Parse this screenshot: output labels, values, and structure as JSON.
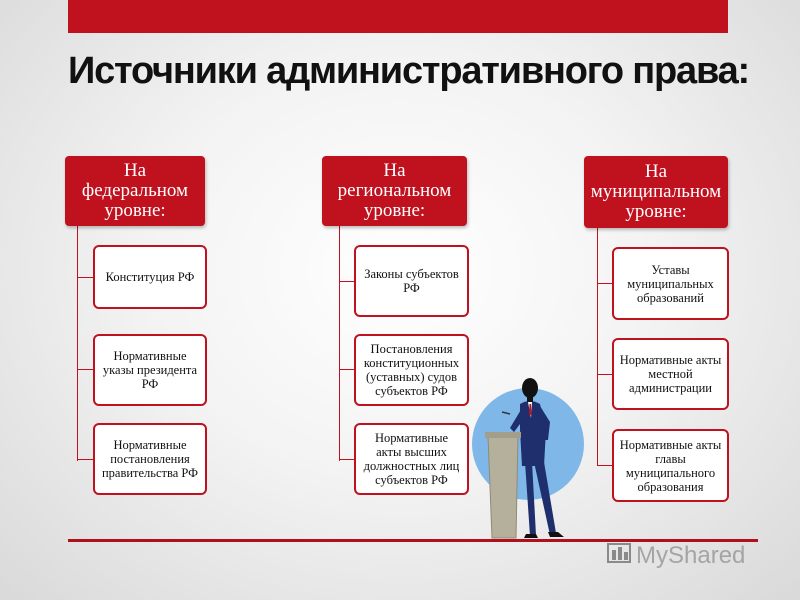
{
  "slide": {
    "title": "Источники административного права:",
    "colors": {
      "accent": "#c0111f",
      "circle": "#7fb8e8",
      "podium": "#b5b09c",
      "suit": "#1f2f6e"
    }
  },
  "groups": [
    {
      "header": "На федеральном уровне:",
      "items": [
        "Конституция РФ",
        "Нормативные указы президента РФ",
        "Нормативные постановления правительства РФ"
      ]
    },
    {
      "header": "На региональном уровне:",
      "items": [
        "Законы субъектов РФ",
        "Постановления конституционных (уставных) судов субъектов РФ",
        "Нормативные акты высших должностных лиц субъектов РФ"
      ]
    },
    {
      "header": "На муниципальном уровне:",
      "items": [
        "Уставы муниципальных образований",
        "Нормативные акты местной администрации",
        "Нормативные акты главы муниципального образования"
      ]
    }
  ],
  "illustration": {
    "icon": "speaker-at-podium-icon"
  },
  "watermark": {
    "text": "MyShared",
    "icon": "myshared-logo-icon"
  }
}
